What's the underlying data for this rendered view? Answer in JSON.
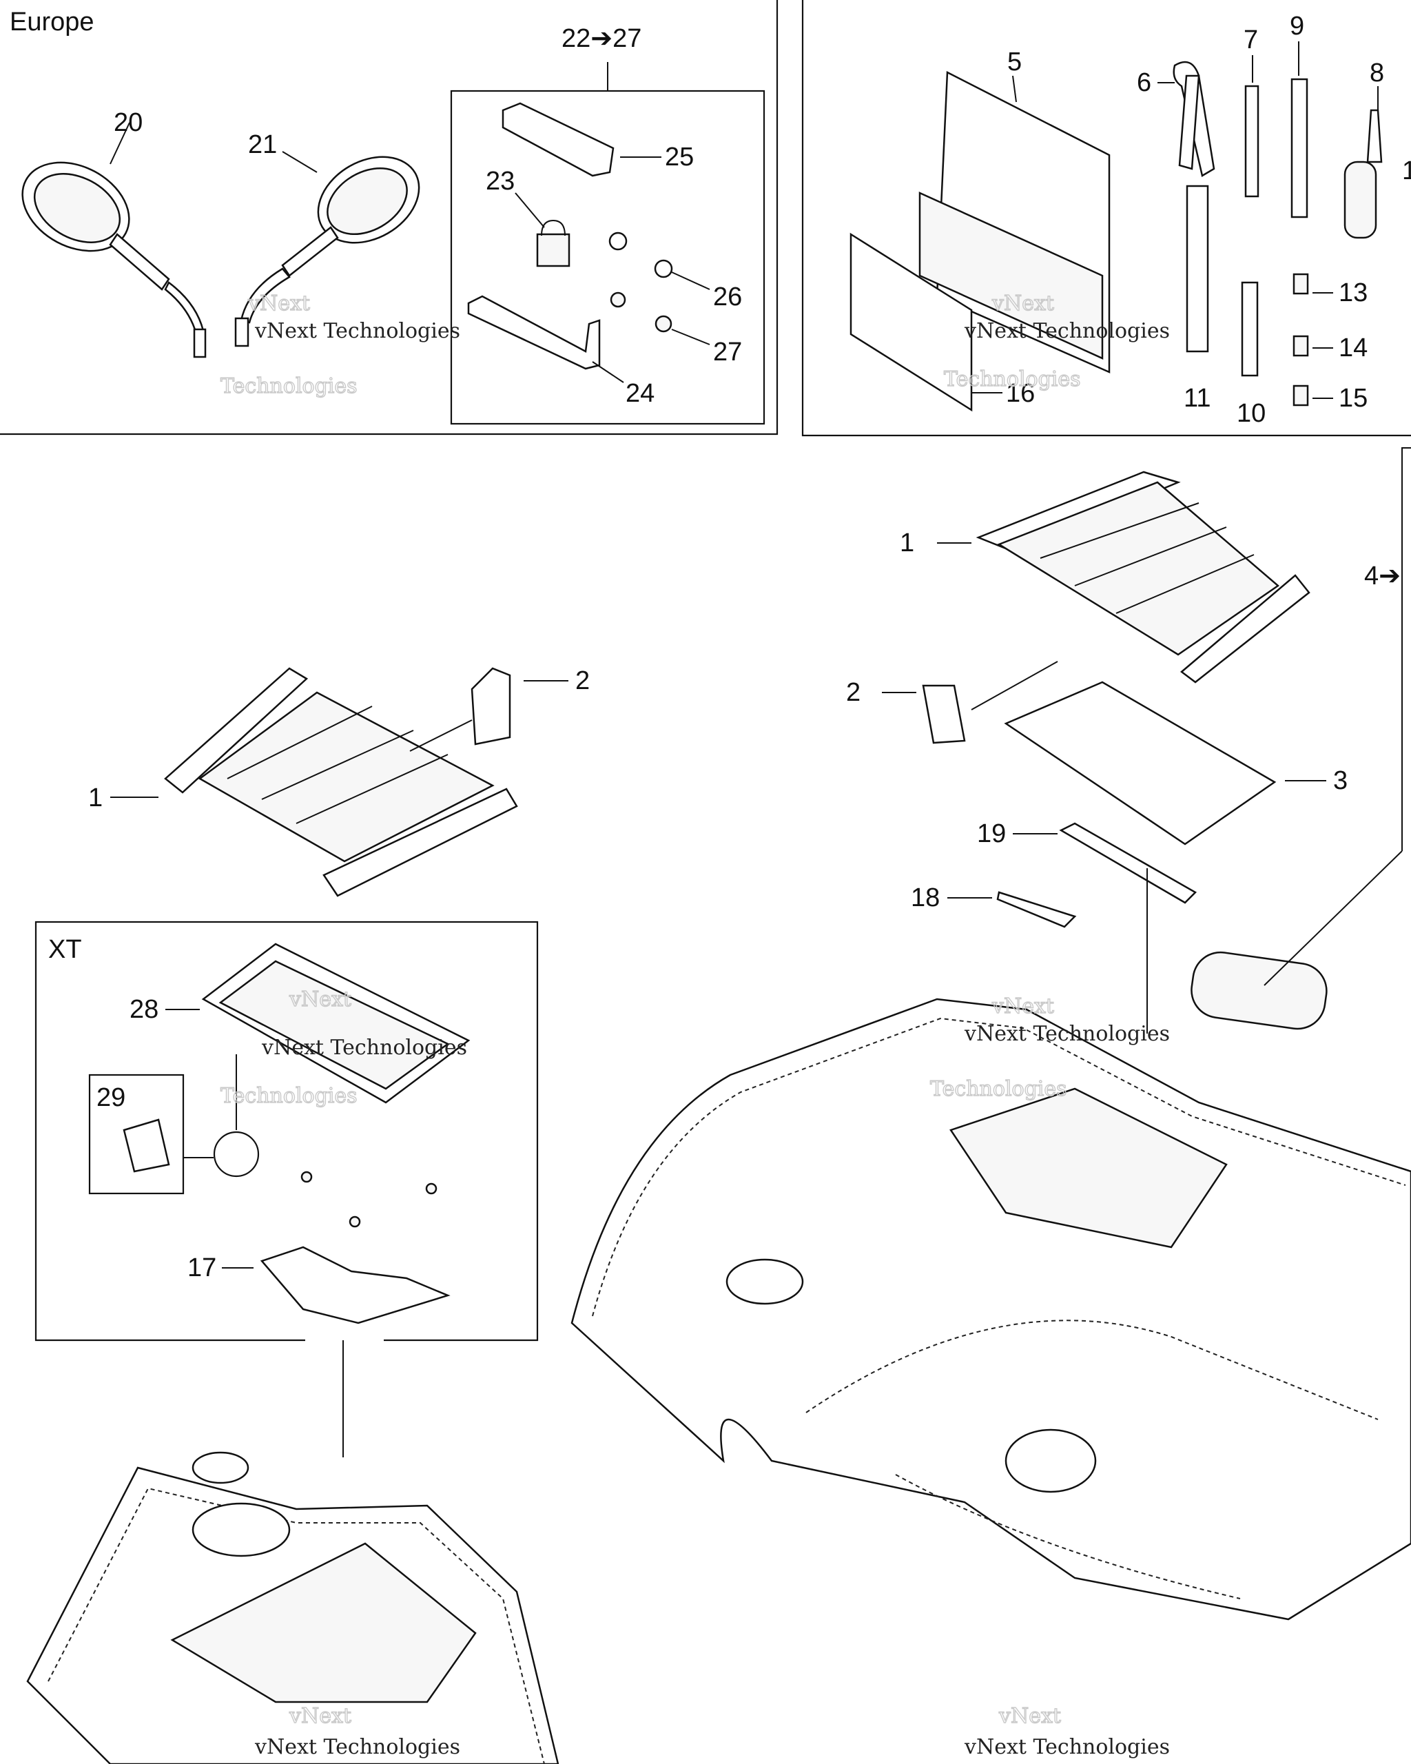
{
  "regions": {
    "europe": "Europe",
    "xt": "XT"
  },
  "callouts": {
    "c1a": "1",
    "c1b": "1",
    "c2a": "2",
    "c2b": "2",
    "c3": "3",
    "c4": "4➔",
    "c5": "5",
    "c6": "6",
    "c7": "7",
    "c8": "8",
    "c9": "9",
    "c10": "10",
    "c11": "11",
    "c13": "13",
    "c14": "14",
    "c15": "15",
    "c16": "16",
    "c17": "17",
    "c18": "18",
    "c19": "19",
    "c20": "20",
    "c21": "21",
    "c22_27": "22➔27",
    "c23": "23",
    "c24": "24",
    "c25": "25",
    "c26": "26",
    "c27": "27",
    "c28": "28",
    "c29": "29",
    "c1_edge": "1"
  },
  "watermark": {
    "line1": "vNext",
    "line2": "vNext Technologies",
    "line3": "Technologies"
  }
}
